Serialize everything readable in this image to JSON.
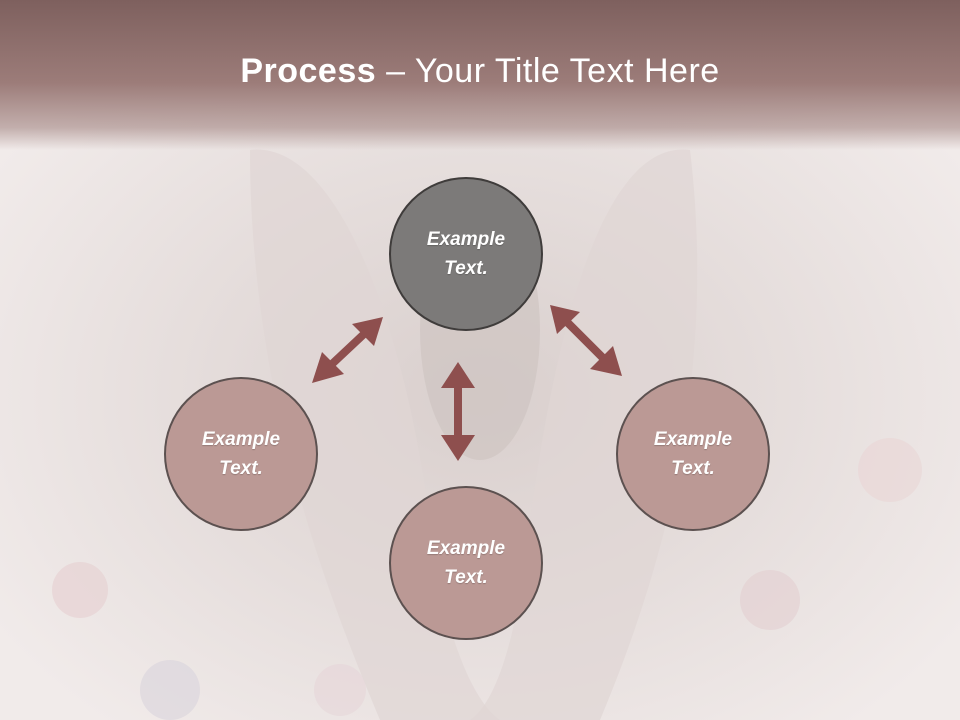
{
  "title": {
    "bold": "Process",
    "rest": " – Your Title Text Here"
  },
  "nodes": {
    "top": "Example Text.",
    "left": "Example Text.",
    "right": "Example Text.",
    "bottom": "Example Text."
  },
  "colors": {
    "title_bar": "#9c7c79",
    "primary_node": "#7c7a79",
    "secondary_node": "#bb9995",
    "arrow": "#8e4f4e"
  }
}
